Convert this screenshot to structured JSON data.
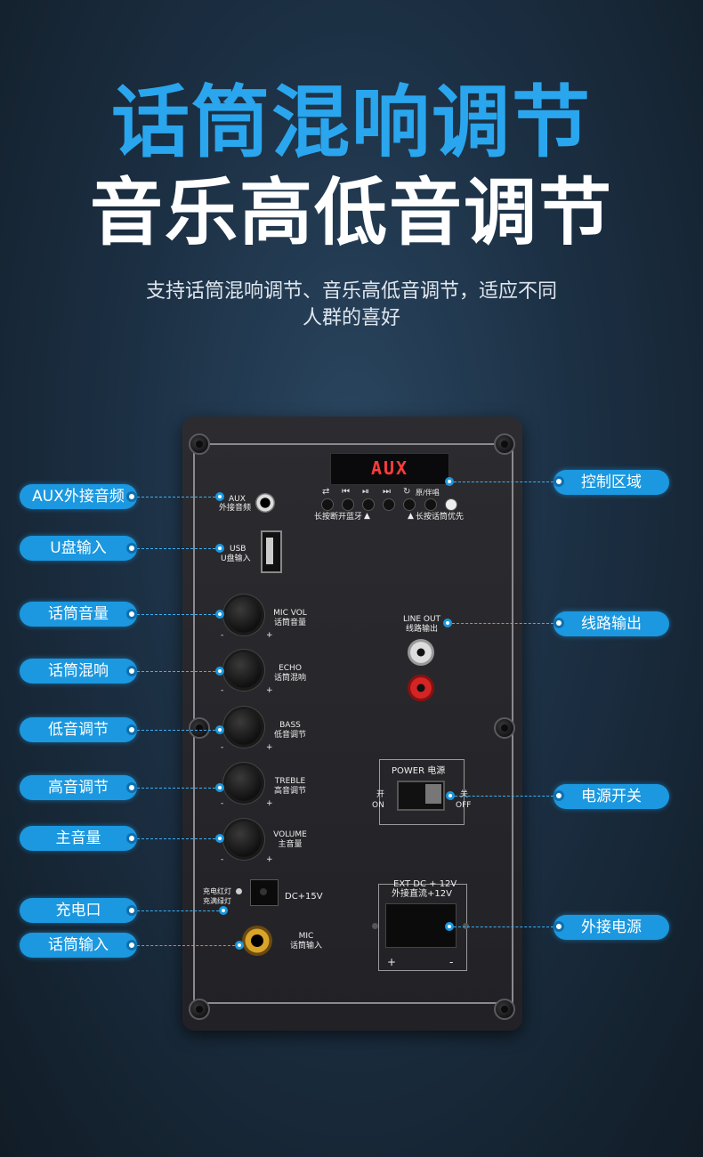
{
  "headline": {
    "line1": "话筒混响调节",
    "line2": "音乐高低音调节"
  },
  "subtitle": {
    "line1": "支持话筒混响调节、音乐高低音调节，适应不同",
    "line2": "人群的喜好"
  },
  "panel": {
    "display_text": "AUX",
    "control_hints": {
      "left": "长按断开蓝牙",
      "right": "长按话筒优先"
    },
    "mode_label": "原/伴唱",
    "aux": {
      "en": "AUX",
      "cn": "外接音频"
    },
    "usb": {
      "en": "USB",
      "cn": "U盘输入"
    },
    "knobs": [
      {
        "en": "MIC VOL",
        "cn": "话筒音量"
      },
      {
        "en": "ECHO",
        "cn": "话筒混响"
      },
      {
        "en": "BASS",
        "cn": "低音调节"
      },
      {
        "en": "TREBLE",
        "cn": "高音调节"
      },
      {
        "en": "VOLUME",
        "cn": "主音量"
      }
    ],
    "minus": "-",
    "plus": "+",
    "charge_led": {
      "line1": "充电红灯",
      "line2": "充满绿灯"
    },
    "dc_label": "DC+15V",
    "mic": {
      "en": "MIC",
      "cn": "话筒输入"
    },
    "line_out": {
      "en": "LINE OUT",
      "cn": "线路输出"
    },
    "power": {
      "title": "POWER 电源",
      "on_cn": "开",
      "on_en": "ON",
      "off_cn": "关",
      "off_en": "OFF"
    },
    "ext_dc": {
      "line1": "EXT DC + 12V",
      "line2": "外接直流+12V",
      "plus": "+",
      "minus": "-"
    }
  },
  "callouts_left": [
    "AUX外接音频",
    "U盘输入",
    "话筒音量",
    "话筒混响",
    "低音调节",
    "高音调节",
    "主音量",
    "充电口",
    "话筒输入"
  ],
  "callouts_right": [
    "控制区域",
    "线路输出",
    "电源开关",
    "外接电源"
  ],
  "colors": {
    "accent": "#1b98e0",
    "title_blue": "#2aa6ee",
    "display_red": "#ff3b3b"
  }
}
